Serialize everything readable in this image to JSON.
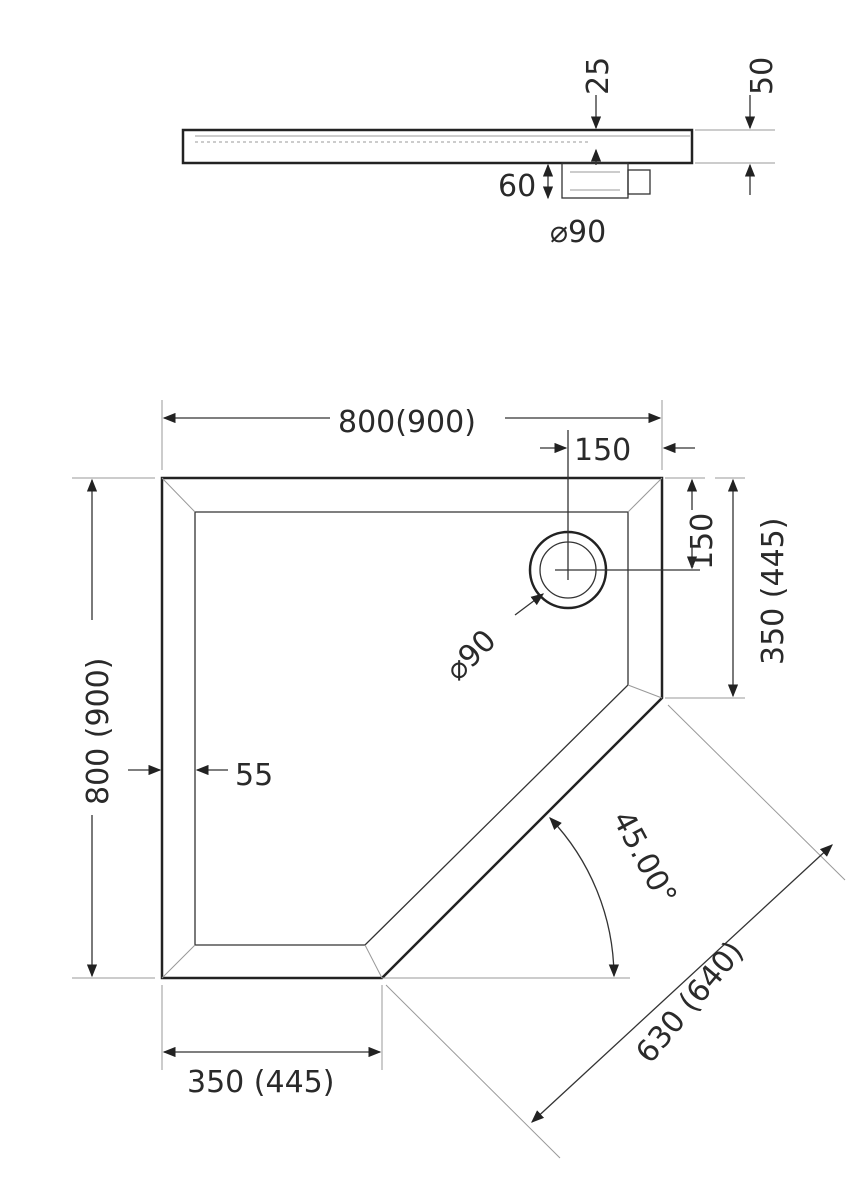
{
  "side_view": {
    "dim_drain_depth": "25",
    "dim_height": "50",
    "dim_waste_height": "60",
    "dim_waste_diameter": "⌀90"
  },
  "plan_view": {
    "dim_width": "800(900)",
    "dim_drain_offset_x": "150",
    "dim_drain_offset_y": "150",
    "dim_side_right": "350 (445)",
    "dim_depth": "800 (900)",
    "dim_rim": "55",
    "dim_side_bottom": "350 (445)",
    "dim_angle": "45.00°",
    "dim_diagonal": "630 (640)",
    "dim_drain_diameter": "⌀90"
  }
}
